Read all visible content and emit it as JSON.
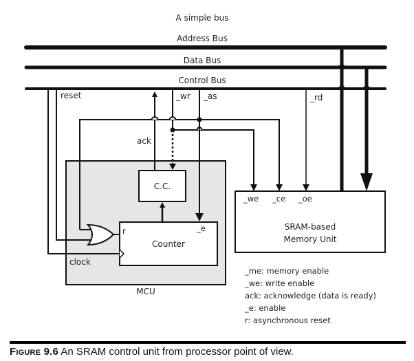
{
  "diagram": {
    "title": "A simple bus",
    "buses": {
      "address": "Address Bus",
      "data": "Data Bus",
      "control": "Control Bus"
    },
    "signals": {
      "reset": "reset",
      "wr": "_wr",
      "as": "_as",
      "rd": "_rd",
      "ack": "ack",
      "clock": "clock",
      "r": "r",
      "e": "_e"
    },
    "blocks": {
      "mcu": "MCU",
      "cc": "C.C.",
      "counter": "Counter",
      "memory_line1": "SRAM-based",
      "memory_line2": "Memory Unit"
    },
    "memory_pins": {
      "we": "_we",
      "ce": "_ce",
      "oe": "_oe"
    },
    "legend": [
      "_me: memory enable",
      "_we: write enable",
      "ack: acknowledge (data is ready)",
      "_e: enable",
      "r: asynchronous reset"
    ],
    "colors": {
      "line": "#111111",
      "mcu_fill": "#e6e6e6"
    }
  },
  "caption": {
    "figure_label": "Figure 9.6",
    "text": " An SRAM control unit from processor point of view."
  }
}
